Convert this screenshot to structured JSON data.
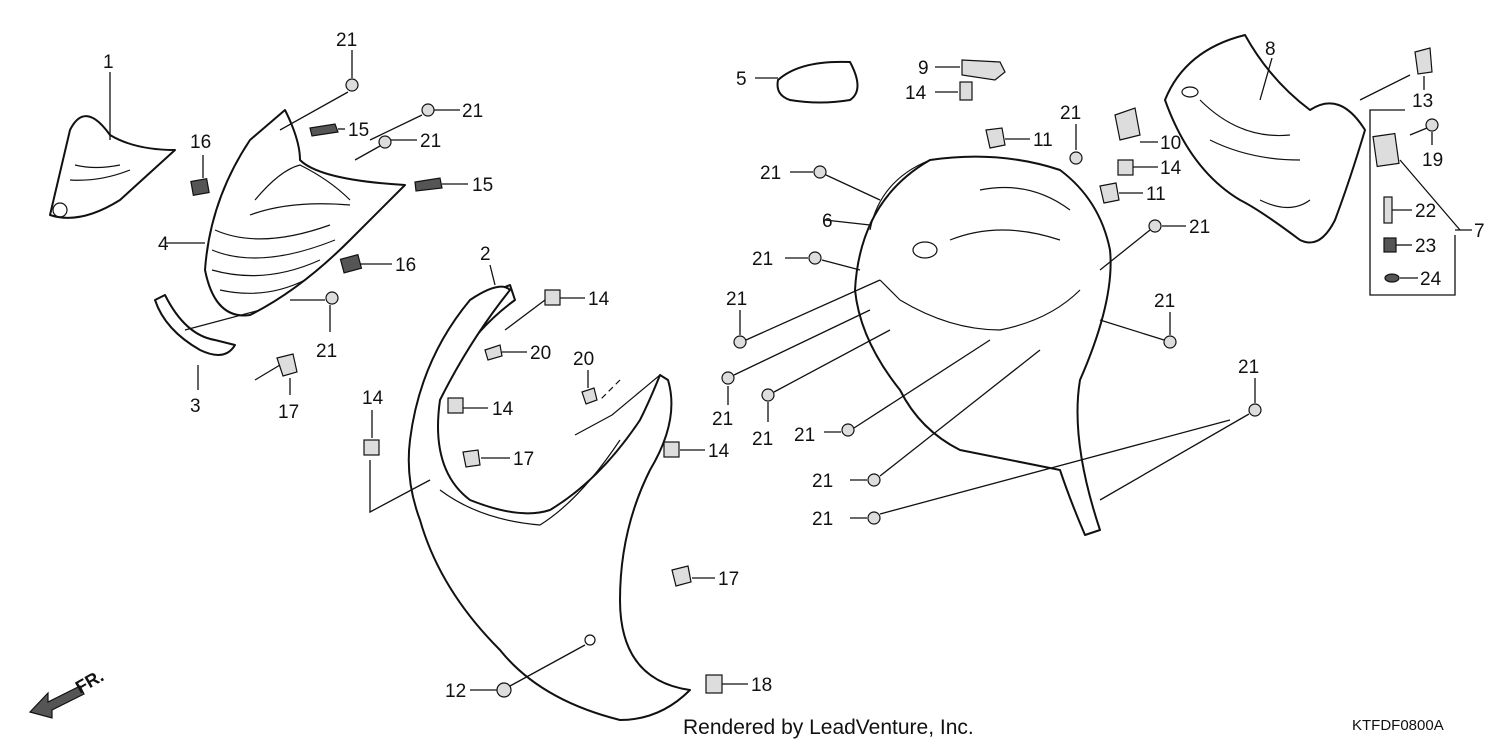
{
  "labels": {
    "p1": "1",
    "p2": "2",
    "p3": "3",
    "p4": "4",
    "p5": "5",
    "p6": "6",
    "p7": "7",
    "p8": "8",
    "p9": "9",
    "p10": "10",
    "p11": "11",
    "p12": "12",
    "p13": "13",
    "p14": "14",
    "p15": "15",
    "p16": "16",
    "p17": "17",
    "p18": "18",
    "p19": "19",
    "p20": "20",
    "p21": "21",
    "p22": "22",
    "p23": "23",
    "p24": "24"
  },
  "footer": {
    "credit": "Rendered by LeadVenture, Inc.",
    "code": "KTFDF0800A",
    "direction": "FR."
  }
}
